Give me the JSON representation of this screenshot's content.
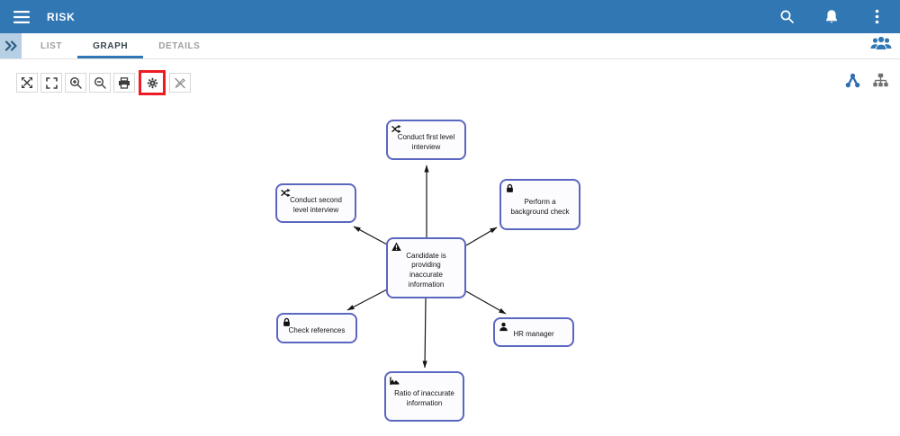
{
  "topbar": {
    "title": "RISK",
    "icons": [
      "menu-icon",
      "search-icon",
      "notifications-bell-icon",
      "more-vert-icon"
    ]
  },
  "tabbar": {
    "expand_icon": "double-chevron-right-icon",
    "tabs": [
      {
        "label": "LIST",
        "active": false
      },
      {
        "label": "GRAPH",
        "active": true
      },
      {
        "label": "DETAILS",
        "active": false
      }
    ],
    "right_icon": "people-group-icon"
  },
  "toolbar": {
    "buttons": [
      {
        "icon": "fit-to-screen-icon",
        "highlighted": false
      },
      {
        "icon": "fullscreen-icon",
        "highlighted": false
      },
      {
        "icon": "zoom-in-icon",
        "highlighted": false
      },
      {
        "icon": "zoom-out-icon",
        "highlighted": false
      },
      {
        "icon": "print-icon",
        "highlighted": false
      },
      {
        "icon": "settings-gear-icon",
        "highlighted": true
      },
      {
        "icon": "edit-off-icon",
        "highlighted": false
      }
    ],
    "highlight_color": "#ed1c24"
  },
  "layout_toggles": [
    {
      "icon": "network-layout-icon",
      "active": true,
      "color": "#2d6db1"
    },
    {
      "icon": "hierarchy-layout-icon",
      "active": false,
      "color": "#707070"
    }
  ],
  "graph": {
    "nodes": [
      {
        "id": "first-level-interview",
        "label": "Conduct first level interview",
        "icon": "shuffle-icon"
      },
      {
        "id": "second-level-interview",
        "label": "Conduct second level interview",
        "icon": "shuffle-icon"
      },
      {
        "id": "background-check",
        "label": "Perform a background check",
        "icon": "lock-icon"
      },
      {
        "id": "candidate-risk",
        "label": "Candidate is providing inaccurate information",
        "icon": "warning-icon"
      },
      {
        "id": "check-references",
        "label": "Check references",
        "icon": "lock-icon"
      },
      {
        "id": "hr-manager",
        "label": "HR manager",
        "icon": "person-icon"
      },
      {
        "id": "ratio-inaccurate",
        "label": "Ratio of inaccurate information",
        "icon": "area-chart-icon"
      }
    ],
    "edges": [
      {
        "from": "candidate-risk",
        "to": "first-level-interview"
      },
      {
        "from": "candidate-risk",
        "to": "second-level-interview"
      },
      {
        "from": "candidate-risk",
        "to": "background-check"
      },
      {
        "from": "candidate-risk",
        "to": "check-references"
      },
      {
        "from": "candidate-risk",
        "to": "hr-manager"
      },
      {
        "from": "candidate-risk",
        "to": "ratio-inaccurate"
      }
    ]
  },
  "colors": {
    "topbar": "#3177b4",
    "node_border": "#5b66c0",
    "tab_underline": "#3177b4",
    "highlight": "#ed1c24",
    "edge": "#161616"
  }
}
